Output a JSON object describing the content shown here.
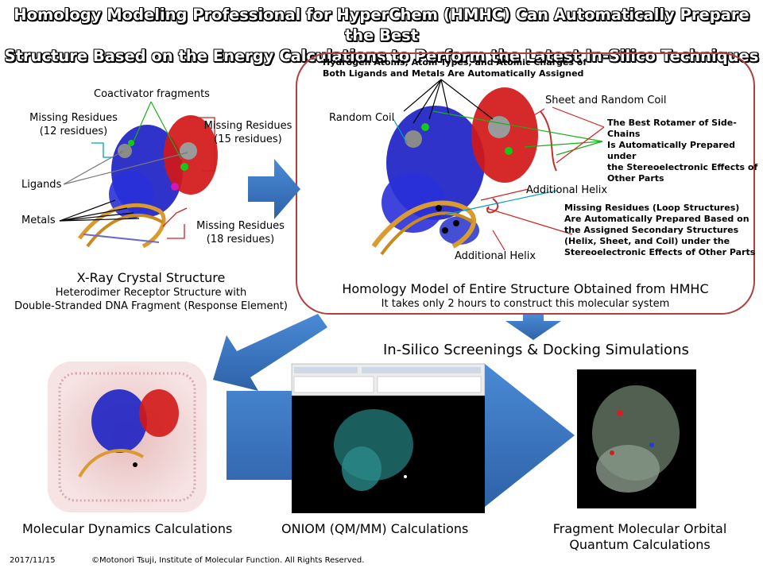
{
  "title_line1": "Homology Modeling Professional for HyperChem (HMHC) Can Automatically Prepare the Best",
  "title_line2": "Structure Based on the Energy Calculations to Perform the Latest In-Silico Techniques",
  "left": {
    "coactivator": "Coactivator fragments",
    "missing12_a": "Missing Residues",
    "missing12_b": "(12 residues)",
    "missing15_a": "Missing Residues",
    "missing15_b": "(15 residues)",
    "ligands": "Ligands",
    "metals": "Metals",
    "missing18_a": "Missing Residues",
    "missing18_b": "(18 residues)",
    "caption_title": "X-Ray Crystal Structure",
    "caption_line2": "Heterodimer Receptor Structure with",
    "caption_line3": "Double-Stranded DNA Fragment (Response Element)"
  },
  "right": {
    "hydrogen_a": "Hydrogen Atoms, Atom Types, and Atomic Charges of",
    "hydrogen_b": "Both Ligands and Metals Are Automatically  Assigned",
    "random_coil": "Random Coil",
    "sheet_coil": "Sheet and Random Coil",
    "rotamer_a": "The Best Rotamer of Side-Chains",
    "rotamer_b": "Is Automatically  Prepared under",
    "rotamer_c": "the Stereoelectronic Effects of",
    "rotamer_d": "Other Parts",
    "additional_helix_1": "Additional Helix",
    "loop_a": "Missing Residues  (Loop Structures)",
    "loop_b": "Are Automatically  Prepared Based on",
    "loop_c": "the Assigned Secondary Structures",
    "loop_d": "(Helix, Sheet, and Coil) under the",
    "loop_e": "Stereoelectronic Effects of Other Parts",
    "additional_helix_2": "Additional Helix",
    "caption_title": "Homology Model of Entire Structure Obtained from HMHC",
    "caption_sub": "It takes only 2 hours to construct this molecular system"
  },
  "insilico": "In-Silico Screenings & Docking Simulations",
  "bottom": {
    "md": "Molecular Dynamics Calculations",
    "oniom": "ONIOM (QM/MM) Calculations",
    "fmo_a": "Fragment Molecular Orbital",
    "fmo_b": "Quantum Calculations"
  },
  "footer": {
    "date": "2017/11/15",
    "copyright": "©Motonori Tsuji, Institute of Molecular Function. All Rights Reserved."
  },
  "colors": {
    "arrow": "#3a78c8",
    "panel_border": "#b0413e",
    "helix_blue": "#1a22c8",
    "helix_red": "#d01818",
    "dna": "#d99a30"
  }
}
